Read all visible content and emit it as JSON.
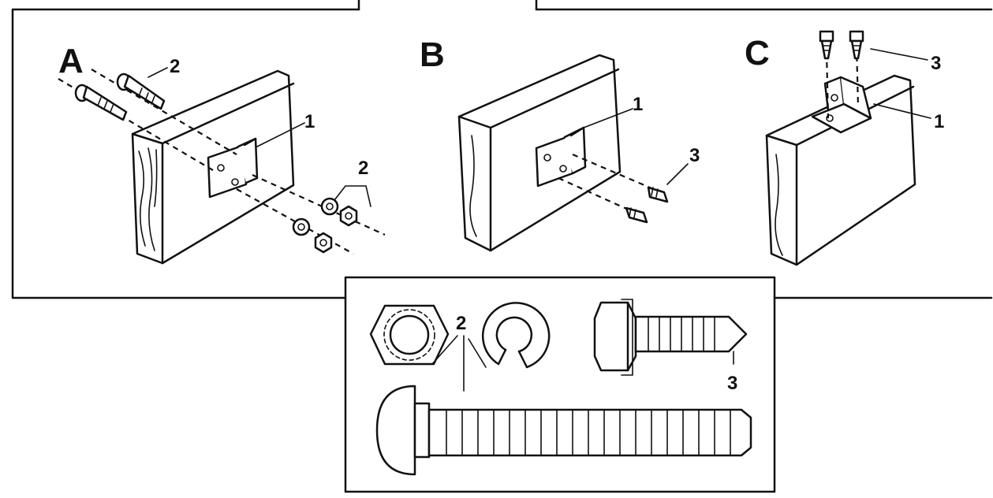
{
  "panels": {
    "a": {
      "letter": "A",
      "label_bracket": "1",
      "label_bolts": "2",
      "label_nuts": "2"
    },
    "b": {
      "letter": "B",
      "label_bracket": "1",
      "label_screws": "3"
    },
    "c": {
      "letter": "C",
      "label_bracket": "1",
      "label_screws": "3"
    }
  },
  "legend": {
    "label_nut_washer": "2",
    "label_lag_screw": "3"
  },
  "colors": {
    "ink": "#111111",
    "paper": "#ffffff"
  }
}
